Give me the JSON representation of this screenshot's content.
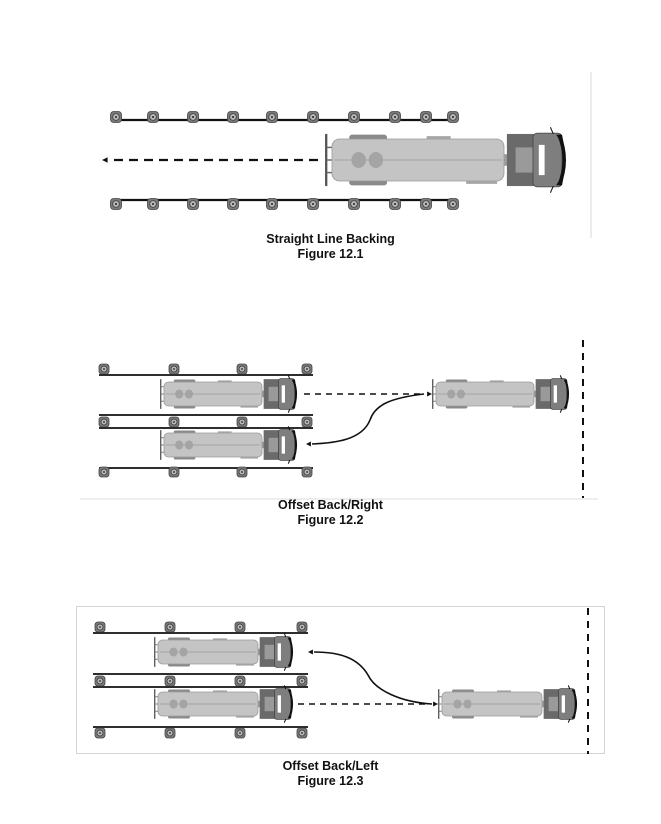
{
  "colors": {
    "trailer_body": "#c4c4c4",
    "trailer_outline": "#9a9a9a",
    "trailer_fender": "#8a8a8a",
    "cab_dark": "#6a6a6a",
    "cab_mid": "#7e7e7e",
    "windshield": "#111111",
    "cone_fill": "#7a7a7a",
    "cone_center": "#222222",
    "line": "#111111",
    "frame": "#d8d8d8"
  },
  "figures": [
    {
      "id": "12.1",
      "title": "Straight Line Backing",
      "label": "Figure 12.1",
      "maneuver": "straight-line-backing",
      "cone_rows": 2,
      "cones_per_row": 10,
      "trucks": 1,
      "path": "dashed straight arrow pointing left (backing direction)"
    },
    {
      "id": "12.2",
      "title": "Offset Back/Right",
      "label": "Figure 12.2",
      "maneuver": "offset-back-right",
      "cone_rows": 3,
      "cones_per_row": 4,
      "trucks": 3,
      "path": "dashed line from upper lane to truck, curved arrow into lower lane"
    },
    {
      "id": "12.3",
      "title": "Offset Back/Left",
      "label": "Figure 12.3",
      "maneuver": "offset-back-left",
      "cone_rows": 3,
      "cones_per_row": 4,
      "trucks": 3,
      "path": "dashed line from lower lane to truck, curved arrow into upper lane"
    }
  ]
}
